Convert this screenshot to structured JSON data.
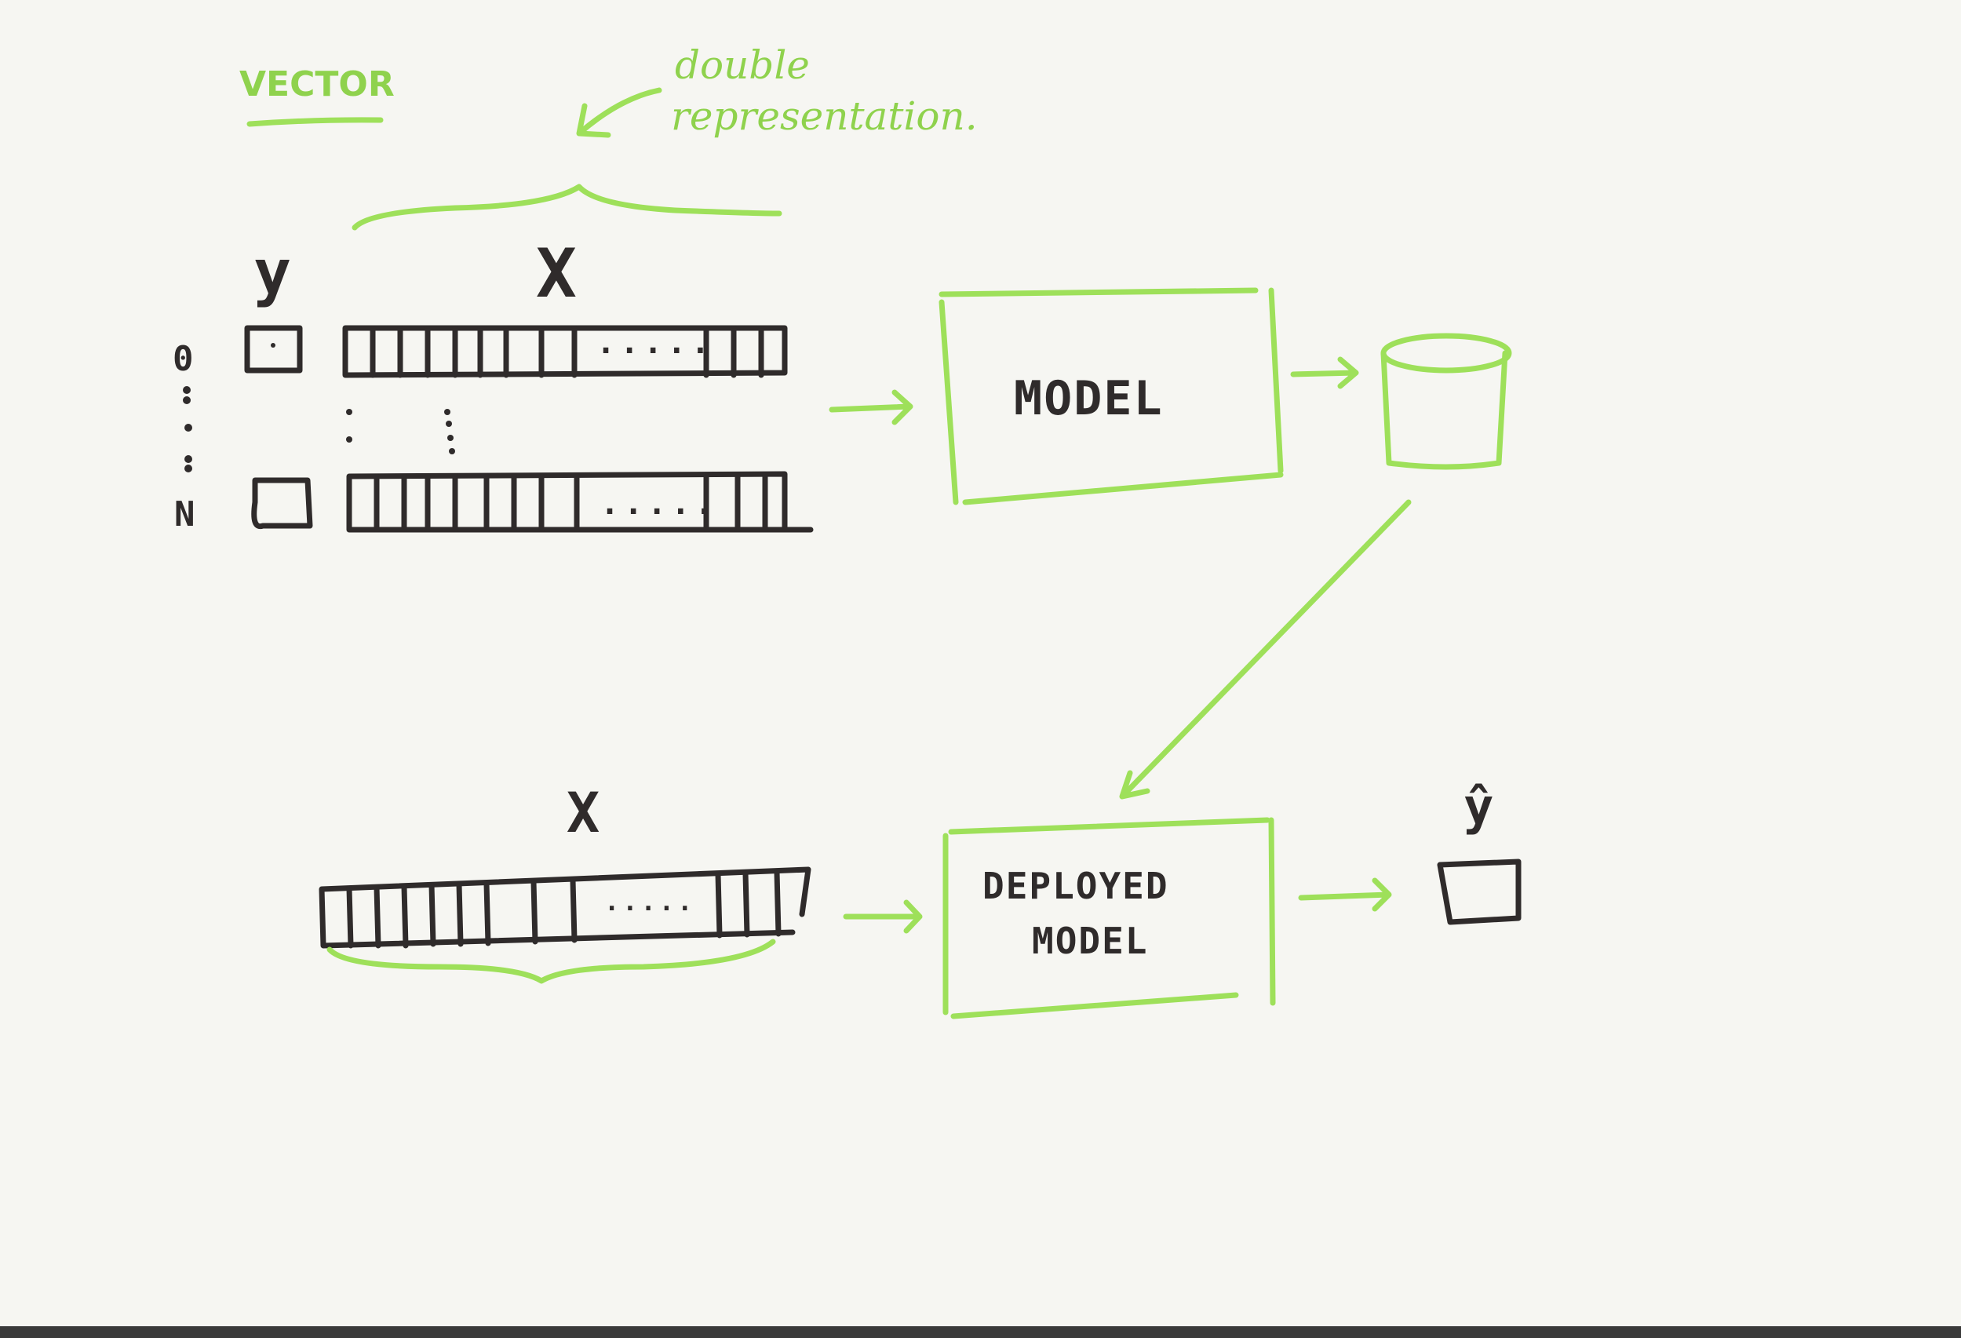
{
  "diagram": {
    "heading": "VECTOR",
    "annotation_line1": "double",
    "annotation_line2": "representation.",
    "training_label_y": "y",
    "training_label_x": "X",
    "row_index_top": "0",
    "row_index_bottom": "N",
    "model_label": "MODEL",
    "inference_label_x": "X",
    "deployed_label_line1": "DEPLOYED",
    "deployed_label_line2": "MODEL",
    "prediction_label": "ŷ",
    "ellipsis": "....."
  },
  "colors": {
    "ink": "#2f2b2b",
    "highlighter": "#9ee05a",
    "paper": "#f6f6f2"
  },
  "icons": [
    "database-icon",
    "arrow-icon"
  ]
}
